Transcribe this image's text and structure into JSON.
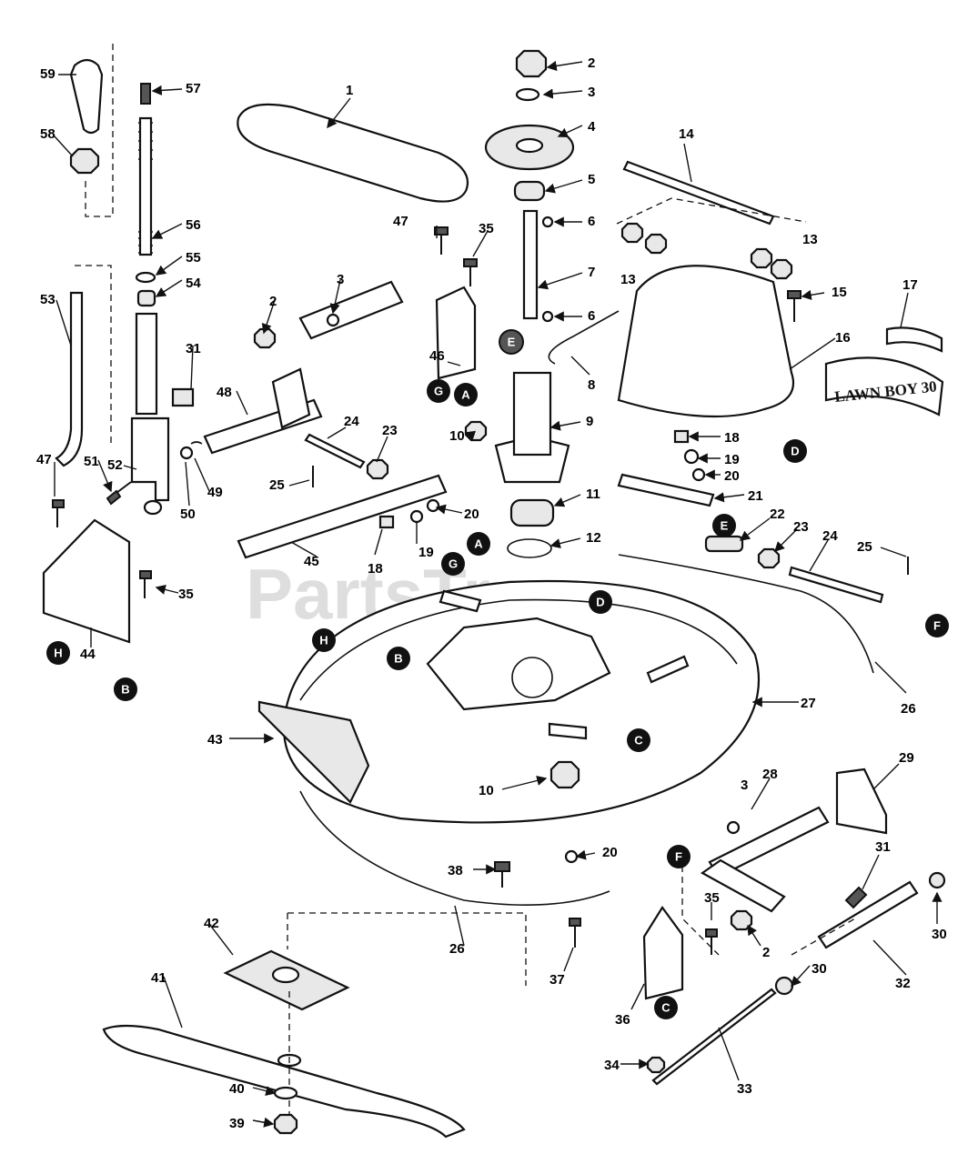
{
  "watermark": "PartsTree",
  "emblem_text": "LAWN BOY 30",
  "callouts": [
    {
      "id": "c1",
      "label": "1"
    },
    {
      "id": "c2a",
      "label": "2"
    },
    {
      "id": "c2b",
      "label": "2"
    },
    {
      "id": "c2c",
      "label": "2"
    },
    {
      "id": "c3a",
      "label": "3"
    },
    {
      "id": "c3b",
      "label": "3"
    },
    {
      "id": "c3c",
      "label": "3"
    },
    {
      "id": "c4",
      "label": "4"
    },
    {
      "id": "c5",
      "label": "5"
    },
    {
      "id": "c6a",
      "label": "6"
    },
    {
      "id": "c6b",
      "label": "6"
    },
    {
      "id": "c7",
      "label": "7"
    },
    {
      "id": "c8",
      "label": "8"
    },
    {
      "id": "c9",
      "label": "9"
    },
    {
      "id": "c10a",
      "label": "10"
    },
    {
      "id": "c10b",
      "label": "10"
    },
    {
      "id": "c11",
      "label": "11"
    },
    {
      "id": "c12",
      "label": "12"
    },
    {
      "id": "c13a",
      "label": "13"
    },
    {
      "id": "c13b",
      "label": "13"
    },
    {
      "id": "c14",
      "label": "14"
    },
    {
      "id": "c15",
      "label": "15"
    },
    {
      "id": "c16",
      "label": "16"
    },
    {
      "id": "c17",
      "label": "17"
    },
    {
      "id": "c18a",
      "label": "18"
    },
    {
      "id": "c18b",
      "label": "18"
    },
    {
      "id": "c19a",
      "label": "19"
    },
    {
      "id": "c19b",
      "label": "19"
    },
    {
      "id": "c20a",
      "label": "20"
    },
    {
      "id": "c20b",
      "label": "20"
    },
    {
      "id": "c20c",
      "label": "20"
    },
    {
      "id": "c21",
      "label": "21"
    },
    {
      "id": "c22",
      "label": "22"
    },
    {
      "id": "c23a",
      "label": "23"
    },
    {
      "id": "c23b",
      "label": "23"
    },
    {
      "id": "c24a",
      "label": "24"
    },
    {
      "id": "c24b",
      "label": "24"
    },
    {
      "id": "c25a",
      "label": "25"
    },
    {
      "id": "c25b",
      "label": "25"
    },
    {
      "id": "c26a",
      "label": "26"
    },
    {
      "id": "c26b",
      "label": "26"
    },
    {
      "id": "c27",
      "label": "27"
    },
    {
      "id": "c28",
      "label": "28"
    },
    {
      "id": "c29",
      "label": "29"
    },
    {
      "id": "c30a",
      "label": "30"
    },
    {
      "id": "c30b",
      "label": "30"
    },
    {
      "id": "c31a",
      "label": "31"
    },
    {
      "id": "c31b",
      "label": "31"
    },
    {
      "id": "c32",
      "label": "32"
    },
    {
      "id": "c33",
      "label": "33"
    },
    {
      "id": "c34",
      "label": "34"
    },
    {
      "id": "c35a",
      "label": "35"
    },
    {
      "id": "c35b",
      "label": "35"
    },
    {
      "id": "c35c",
      "label": "35"
    },
    {
      "id": "c36",
      "label": "36"
    },
    {
      "id": "c37",
      "label": "37"
    },
    {
      "id": "c38",
      "label": "38"
    },
    {
      "id": "c39",
      "label": "39"
    },
    {
      "id": "c40",
      "label": "40"
    },
    {
      "id": "c41",
      "label": "41"
    },
    {
      "id": "c42",
      "label": "42"
    },
    {
      "id": "c43",
      "label": "43"
    },
    {
      "id": "c44",
      "label": "44"
    },
    {
      "id": "c45",
      "label": "45"
    },
    {
      "id": "c46",
      "label": "46"
    },
    {
      "id": "c47a",
      "label": "47"
    },
    {
      "id": "c47b",
      "label": "47"
    },
    {
      "id": "c48",
      "label": "48"
    },
    {
      "id": "c49",
      "label": "49"
    },
    {
      "id": "c50",
      "label": "50"
    },
    {
      "id": "c51",
      "label": "51"
    },
    {
      "id": "c52",
      "label": "52"
    },
    {
      "id": "c53",
      "label": "53"
    },
    {
      "id": "c54",
      "label": "54"
    },
    {
      "id": "c55",
      "label": "55"
    },
    {
      "id": "c56",
      "label": "56"
    },
    {
      "id": "c57",
      "label": "57"
    },
    {
      "id": "c58",
      "label": "58"
    },
    {
      "id": "c59",
      "label": "59"
    }
  ],
  "connectors": [
    {
      "id": "k1",
      "letter": "E"
    },
    {
      "id": "k2",
      "letter": "G"
    },
    {
      "id": "k3",
      "letter": "A"
    },
    {
      "id": "k4",
      "letter": "D"
    },
    {
      "id": "k5",
      "letter": "E"
    },
    {
      "id": "k6",
      "letter": "A"
    },
    {
      "id": "k7",
      "letter": "G"
    },
    {
      "id": "k8",
      "letter": "D"
    },
    {
      "id": "k9",
      "letter": "F"
    },
    {
      "id": "k10",
      "letter": "H"
    },
    {
      "id": "k11",
      "letter": "B"
    },
    {
      "id": "k12",
      "letter": "H"
    },
    {
      "id": "k13",
      "letter": "B"
    },
    {
      "id": "k14",
      "letter": "C"
    },
    {
      "id": "k15",
      "letter": "F"
    },
    {
      "id": "k16",
      "letter": "C"
    }
  ]
}
